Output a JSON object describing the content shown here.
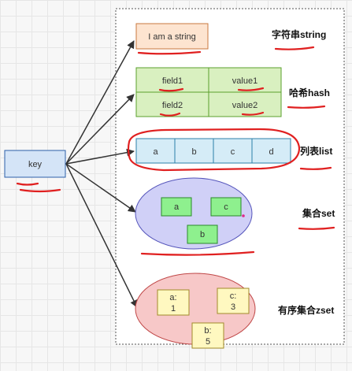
{
  "key": {
    "label": "key"
  },
  "string": {
    "value": "I am a string",
    "type_label": "字符串string"
  },
  "hash": {
    "rows": [
      {
        "field": "field1",
        "value": "value1"
      },
      {
        "field": "field2",
        "value": "value2"
      }
    ],
    "type_label": "哈希hash"
  },
  "list": {
    "items": [
      "a",
      "b",
      "c",
      "d"
    ],
    "type_label": "列表list"
  },
  "set": {
    "members": [
      "a",
      "c",
      "b"
    ],
    "type_label": "集合set"
  },
  "zset": {
    "members": [
      {
        "member": "a:",
        "score": "1"
      },
      {
        "member": "c:",
        "score": "3"
      },
      {
        "member": "b:",
        "score": "5"
      }
    ],
    "type_label": "有序集合zset"
  },
  "colors": {
    "key_fill": "#d4e4f7",
    "key_border": "#2c5fa8",
    "string_fill": "#fde4d0",
    "string_border": "#c9793f",
    "hash_fill": "#d9f0c0",
    "hash_border": "#5aa02c",
    "list_fill": "#d5ecf7",
    "list_border": "#2c7fa8",
    "set_fill": "#d0d0f7",
    "set_border": "#5555bb",
    "set_item_fill": "#8ef08e",
    "set_item_border": "#2a8a2a",
    "zset_fill": "#f7c8c8",
    "zset_border": "#c04848",
    "zset_item_fill": "#fff8c0",
    "zset_item_border": "#a08a2a",
    "annotation": "#e02020"
  }
}
